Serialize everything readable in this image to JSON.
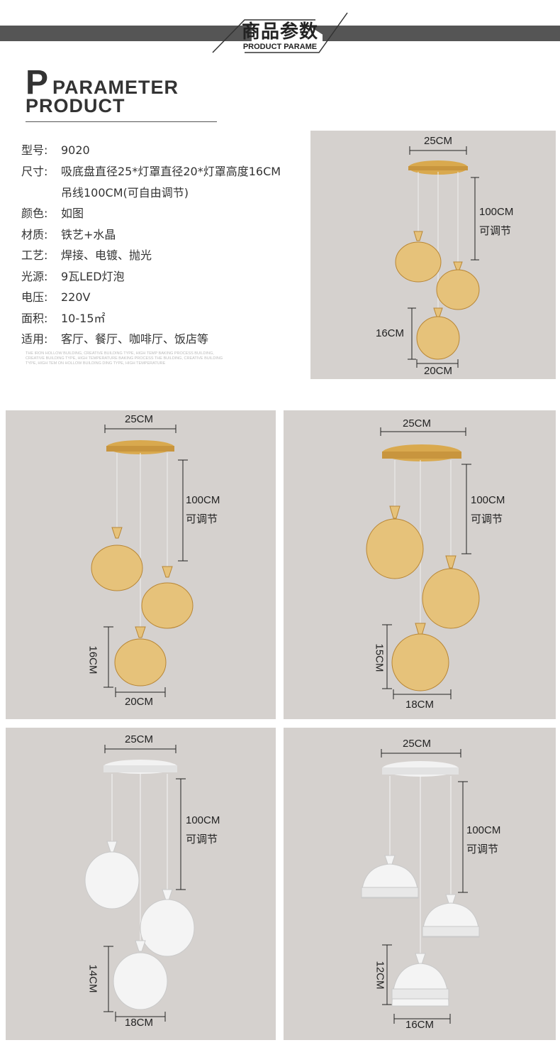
{
  "banner": {
    "title": "商品参数",
    "subtitle": "PRODUCT PARAME"
  },
  "heading": {
    "initial": "P",
    "word1": "PARAMETER",
    "word2": "PRODUCT"
  },
  "specs": [
    {
      "label": "型号:",
      "value": "9020"
    },
    {
      "label": "尺寸:",
      "value": "吸底盘直径25*灯罩直径20*灯罩高度16CM"
    },
    {
      "label": "",
      "value": "吊线100CM(可自由调节)"
    },
    {
      "label": "颜色:",
      "value": "如图"
    },
    {
      "label": "材质:",
      "value": "铁艺+水晶"
    },
    {
      "label": "工艺:",
      "value": "焊接、电镀、抛光"
    },
    {
      "label": "光源:",
      "value": "9瓦LED灯泡"
    },
    {
      "label": "电压:",
      "value": "220V"
    },
    {
      "label": "面积:",
      "value": "10-15㎡"
    },
    {
      "label": "适用:",
      "value": "客厅、餐厅、咖啡厅、饭店等"
    }
  ],
  "fine_print": "THE IRON HOLLOW BUILDING, CREATIVE BUILDING TYPE, HIGH TEMP BAKING PROCESS BUILDING, CREATIVE BUILDING TYPE, HIGH TEMPERATURE BAKING PROCESS THE BUILDING, CREATIVE BUILDING TYPE, HIGH TEM ON HOLLOW BUILDING DING TYPE, HIGH TEMPERATURE",
  "panels": [
    {
      "id": "top",
      "width": "25CM",
      "cable": "100CM",
      "adjust": "可调节",
      "shade_d": "20CM",
      "shade_h": "16CM",
      "finish": "gold",
      "shade_h_rotated": false
    },
    {
      "id": "gold-crystal",
      "width": "25CM",
      "cable": "100CM",
      "adjust": "可调节",
      "shade_d": "20CM",
      "shade_h": "16CM",
      "finish": "gold",
      "shade_h_rotated": true
    },
    {
      "id": "gold-ring",
      "width": "25CM",
      "cable": "100CM",
      "adjust": "可调节",
      "shade_d": "18CM",
      "shade_h": "15CM",
      "finish": "gold",
      "shade_h_rotated": true
    },
    {
      "id": "white-crystal",
      "width": "25CM",
      "cable": "100CM",
      "adjust": "可调节",
      "shade_d": "18CM",
      "shade_h": "14CM",
      "finish": "white",
      "shade_h_rotated": true
    },
    {
      "id": "white-band",
      "width": "25CM",
      "cable": "100CM",
      "adjust": "可调节",
      "shade_d": "16CM",
      "shade_h": "12CM",
      "finish": "white",
      "shade_h_rotated": true
    }
  ],
  "colors": {
    "panel_bg": "#d5d1ce",
    "gold": "#d9a94e",
    "white": "#f2f2f2",
    "banner_gray": "#555555"
  }
}
